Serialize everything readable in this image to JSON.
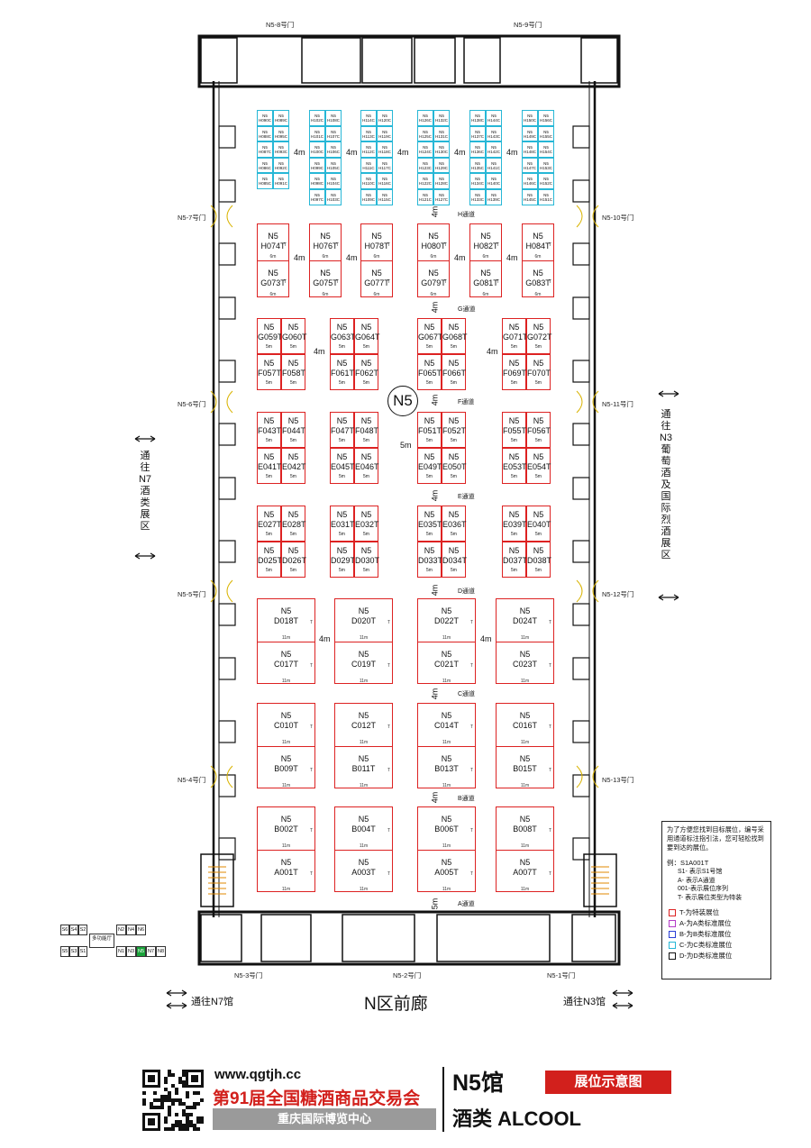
{
  "doors": {
    "n8": "N5-8号门",
    "n9": "N5-9号门",
    "n7": "N5-7号门",
    "n10": "N5-10号门",
    "n6": "N5-6号门",
    "n11": "N5-11号门",
    "n5": "N5-5号门",
    "n12": "N5-12号门",
    "n4": "N5-4号门",
    "n13": "N5-13号门",
    "n3": "N5-3号门",
    "n2": "N5-2号门",
    "n1": "N5-1号门"
  },
  "hall_label": "N5",
  "aisles": {
    "h": "H通道",
    "g": "G通道",
    "f": "F通道",
    "e": "E通道",
    "d": "D通道",
    "c": "C通道",
    "b": "B通道",
    "a": "A通道"
  },
  "gaps": {
    "m4": "4m",
    "m5": "5m"
  },
  "size_labels": {
    "s6m": "6m",
    "s5m": "5m",
    "s11m": "11m",
    "t": "T"
  },
  "booth_prefix": "N5",
  "booths": {
    "row_h": [
      [
        "H074T",
        "G073T"
      ],
      [
        "H076T",
        "G075T"
      ],
      [
        "H078T",
        "G077T"
      ],
      [
        "H080T",
        "G079T"
      ],
      [
        "H082T",
        "G081T"
      ],
      [
        "H084T",
        "G083T"
      ]
    ],
    "row_g": [
      [
        "G059T",
        "G060T",
        "F057T",
        "F058T"
      ],
      [
        "G063T",
        "G064T",
        "F061T",
        "F062T"
      ],
      [
        "G067T",
        "G068T",
        "F065T",
        "F066T"
      ],
      [
        "G071T",
        "G072T",
        "F069T",
        "F070T"
      ]
    ],
    "row_f": [
      [
        "F043T",
        "F044T",
        "E041T",
        "E042T"
      ],
      [
        "F047T",
        "F048T",
        "E045T",
        "E046T"
      ],
      [
        "F051T",
        "F052T",
        "E049T",
        "E050T"
      ],
      [
        "F055T",
        "F056T",
        "E053T",
        "E054T"
      ]
    ],
    "row_e": [
      [
        "E027T",
        "E028T",
        "D025T",
        "D026T"
      ],
      [
        "E031T",
        "E032T",
        "D029T",
        "D030T"
      ],
      [
        "E035T",
        "E036T",
        "D033T",
        "D034T"
      ],
      [
        "E039T",
        "E040T",
        "D037T",
        "D038T"
      ]
    ],
    "row_d": [
      [
        "D018T",
        "C017T"
      ],
      [
        "D020T",
        "C019T"
      ],
      [
        "D022T",
        "C021T"
      ],
      [
        "D024T",
        "C023T"
      ]
    ],
    "row_c": [
      [
        "C010T",
        "B009T"
      ],
      [
        "C012T",
        "B011T"
      ],
      [
        "C014T",
        "B013T"
      ],
      [
        "C016T",
        "B015T"
      ]
    ],
    "row_b": [
      [
        "B002T",
        "A001T"
      ],
      [
        "B004T",
        "A003T"
      ],
      [
        "B006T",
        "A005T"
      ],
      [
        "B008T",
        "A007T"
      ]
    ]
  },
  "cstands": [
    [
      [
        "H090C",
        "H089C"
      ],
      [
        "H088C",
        "H095C"
      ],
      [
        "H087C",
        "H093C"
      ],
      [
        "H086C",
        "H092C"
      ],
      [
        "H085C",
        "H091C"
      ]
    ],
    [
      [
        "H102C",
        "H108C"
      ],
      [
        "H101C",
        "H107C"
      ],
      [
        "H100C",
        "H106C"
      ],
      [
        "H099C",
        "H105C"
      ],
      [
        "H098C",
        "H104C"
      ],
      [
        "H097C",
        "H103C"
      ]
    ],
    [
      [
        "H114C",
        "H120C"
      ],
      [
        "H113C",
        "H119C"
      ],
      [
        "H112C",
        "H118C"
      ],
      [
        "H111C",
        "H117C"
      ],
      [
        "H110C",
        "H116C"
      ],
      [
        "H109C",
        "H115C"
      ]
    ],
    [
      [
        "H126C",
        "H132C"
      ],
      [
        "H125C",
        "H131C"
      ],
      [
        "H124C",
        "H130C"
      ],
      [
        "H123C",
        "H129C"
      ],
      [
        "H122C",
        "H128C"
      ],
      [
        "H121C",
        "H127C"
      ]
    ],
    [
      [
        "H138C",
        "H144C"
      ],
      [
        "H137C",
        "H143C"
      ],
      [
        "H136C",
        "H142C"
      ],
      [
        "H135C",
        "H141C"
      ],
      [
        "H134C",
        "H140C"
      ],
      [
        "H133C",
        "H139C"
      ]
    ],
    [
      [
        "H150C",
        "H156C"
      ],
      [
        "H149C",
        "H155C"
      ],
      [
        "H148C",
        "H154C"
      ],
      [
        "H147C",
        "H153C"
      ],
      [
        "H146C",
        "H152C"
      ],
      [
        "H145C",
        "H151C"
      ]
    ]
  ],
  "side_left": "通往N7酒类展区",
  "side_right": "通往N3葡萄酒及国际烈酒展区",
  "bottom": {
    "left": "通往N7馆",
    "center": "N区前廊",
    "right": "通往N3馆"
  },
  "legend": {
    "intro": "为了方便您找到目标展位，编号采用通道标注指引法，您可轻松找到要到达的展位。",
    "example_title": "例：S1A001T",
    "lines": [
      "S1- 表示S1号馆",
      "A- 表示A通道",
      "001-表示展位序列",
      "T- 表示展位类型为特装"
    ],
    "items": [
      {
        "label": "T-为特装展位",
        "color": "#d22"
      },
      {
        "label": "A-为A类标准展位",
        "color": "#b43cc8"
      },
      {
        "label": "B-为B类标准展位",
        "color": "#2a3fd6"
      },
      {
        "label": "C-为C类标准展位",
        "color": "#27b7d6"
      },
      {
        "label": "D-为D类标准展位",
        "color": "#111111"
      }
    ]
  },
  "minimap": {
    "top": [
      "S6",
      "S4",
      "S2"
    ],
    "bottom": [
      "S5",
      "S3",
      "S1"
    ],
    "hall": "多功能厅",
    "n_top": [
      "N2",
      "N4",
      "N6"
    ],
    "n_bottom": [
      "N1",
      "N3",
      "N5",
      "N7",
      "N8"
    ],
    "highlight": "#1aa33a"
  },
  "footer": {
    "url": "www.qgtjh.cc",
    "title": "第91届全国糖酒商品交易会",
    "venue": "重庆国际博览中心",
    "hall": "N5馆",
    "category": "酒类 ALCOOL",
    "badge": "展位示意图",
    "accent": "#d2201c"
  }
}
